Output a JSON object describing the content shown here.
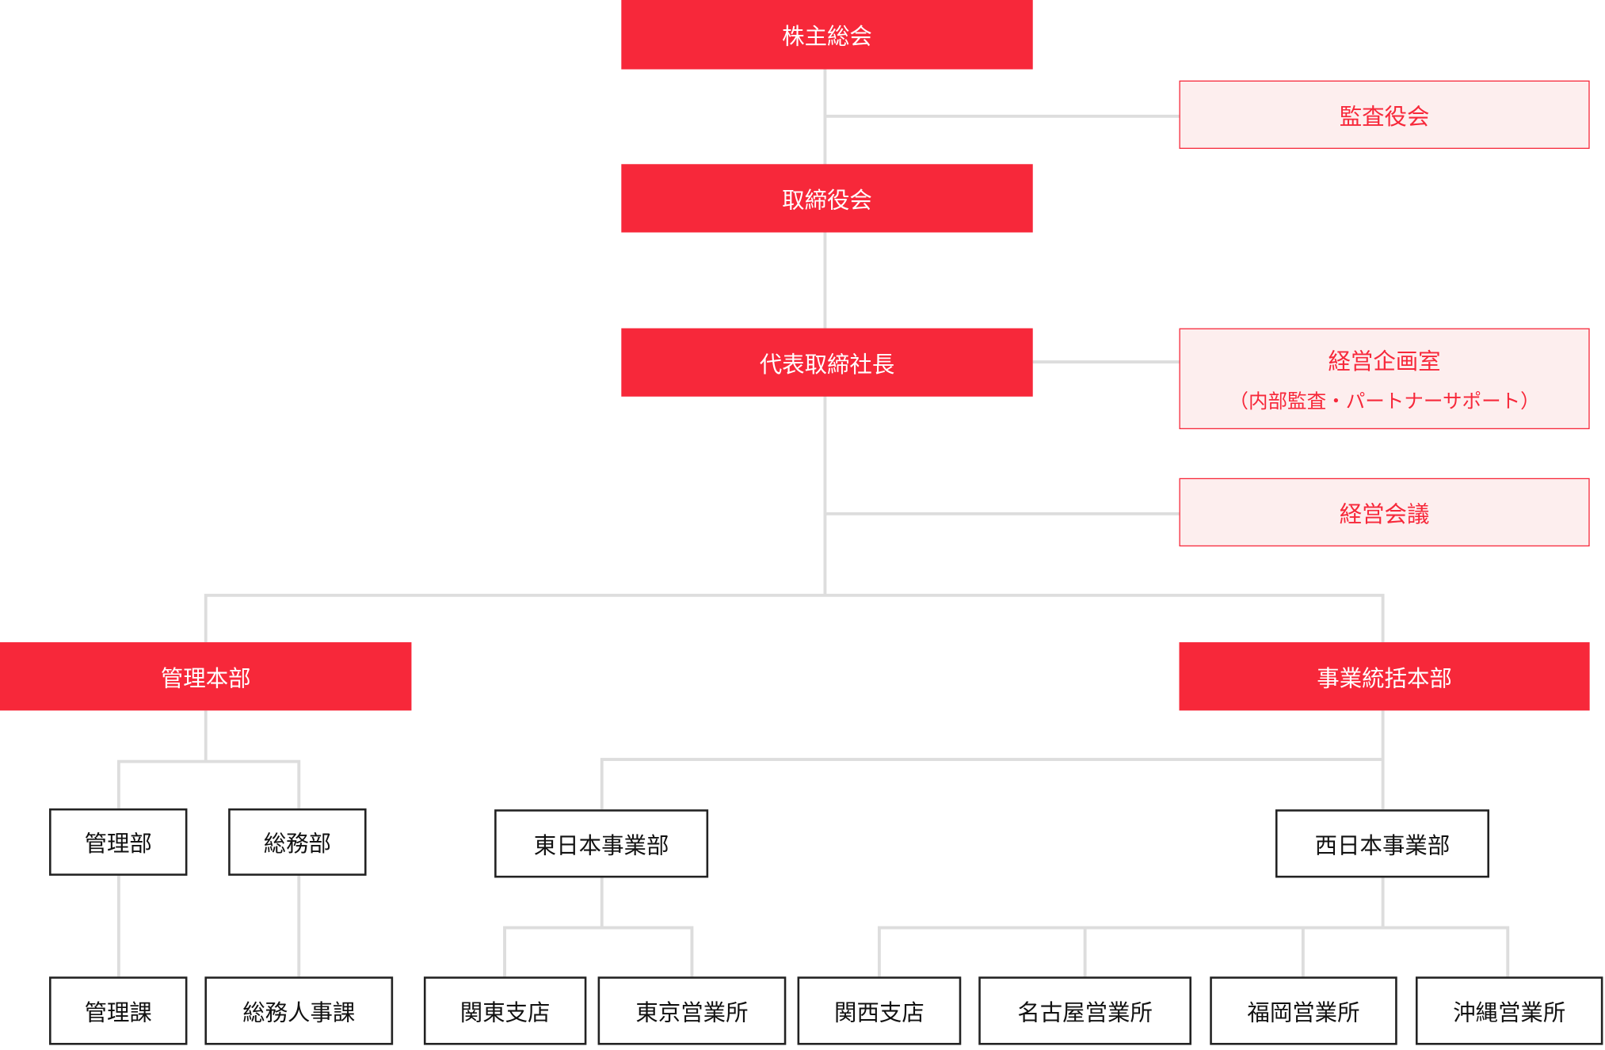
{
  "colors": {
    "primary": "#f7283a",
    "secondary_fill": "#fdeeee",
    "line": "#dddddd",
    "border": "#222222"
  },
  "nodes": {
    "shareholders": "株主総会",
    "auditors": "監査役会",
    "board": "取締役会",
    "president": "代表取締社長",
    "planning": "経営企画室",
    "planning_sub": "（内部監査・パートナーサポート）",
    "management_meeting": "経営会議",
    "admin_hq": "管理本部",
    "business_hq": "事業統括本部",
    "admin_dept": "管理部",
    "general_affairs_dept": "総務部",
    "east_japan": "東日本事業部",
    "west_japan": "西日本事業部",
    "admin_section": "管理課",
    "ga_hr_section": "総務人事課",
    "kanto_branch": "関東支店",
    "tokyo_office": "東京営業所",
    "kansai_branch": "関西支店",
    "nagoya_office": "名古屋営業所",
    "fukuoka_office": "福岡営業所",
    "okinawa_office": "沖縄営業所"
  }
}
